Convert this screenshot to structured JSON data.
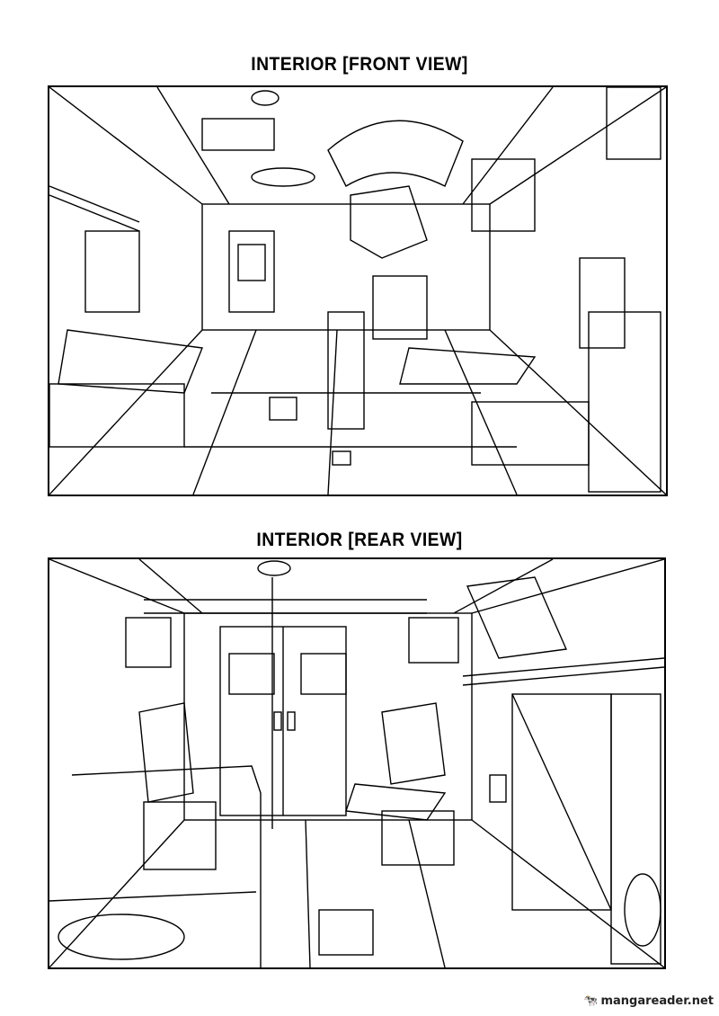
{
  "page": {
    "panels": [
      {
        "title": "INTERIOR [FRONT VIEW]"
      },
      {
        "title": "INTERIOR [REAR VIEW]"
      }
    ],
    "watermark": "mangareader.net"
  }
}
